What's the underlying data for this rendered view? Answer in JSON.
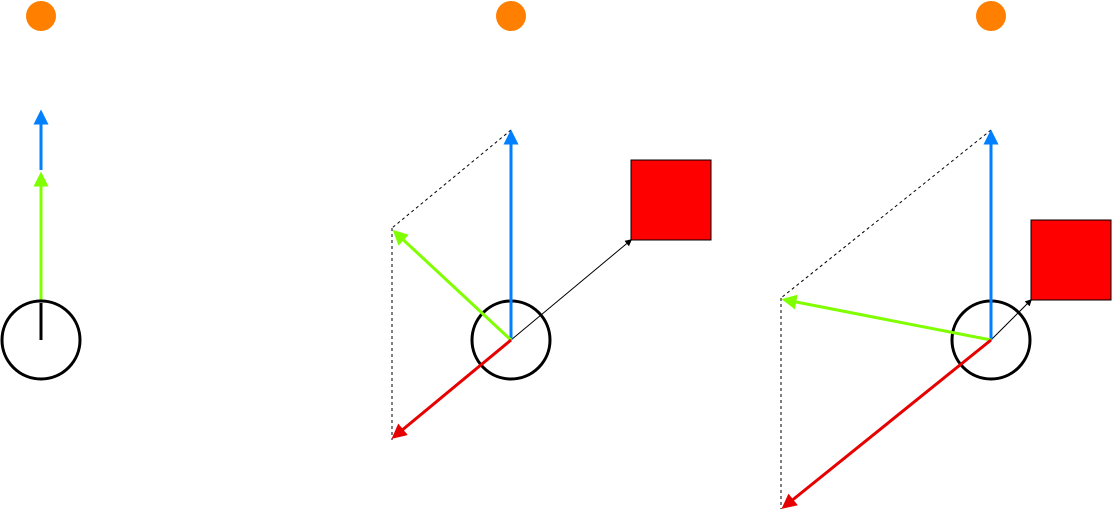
{
  "colors": {
    "background": "#ffffff",
    "goal": "#ff8000",
    "desired_vector": "#007fff",
    "steering_vector": "#80ff00",
    "avoidance_vector": "#e60000",
    "obstacle": "#ff0000",
    "agent_outline": "#000000",
    "helper_line": "#000000"
  },
  "diagram": {
    "panels": [
      {
        "name": "no-obstacle",
        "has_obstacle": false,
        "has_avoidance": false
      },
      {
        "name": "obstacle-far",
        "has_obstacle": true,
        "has_avoidance": true
      },
      {
        "name": "obstacle-near",
        "has_obstacle": true,
        "has_avoidance": true
      }
    ]
  }
}
